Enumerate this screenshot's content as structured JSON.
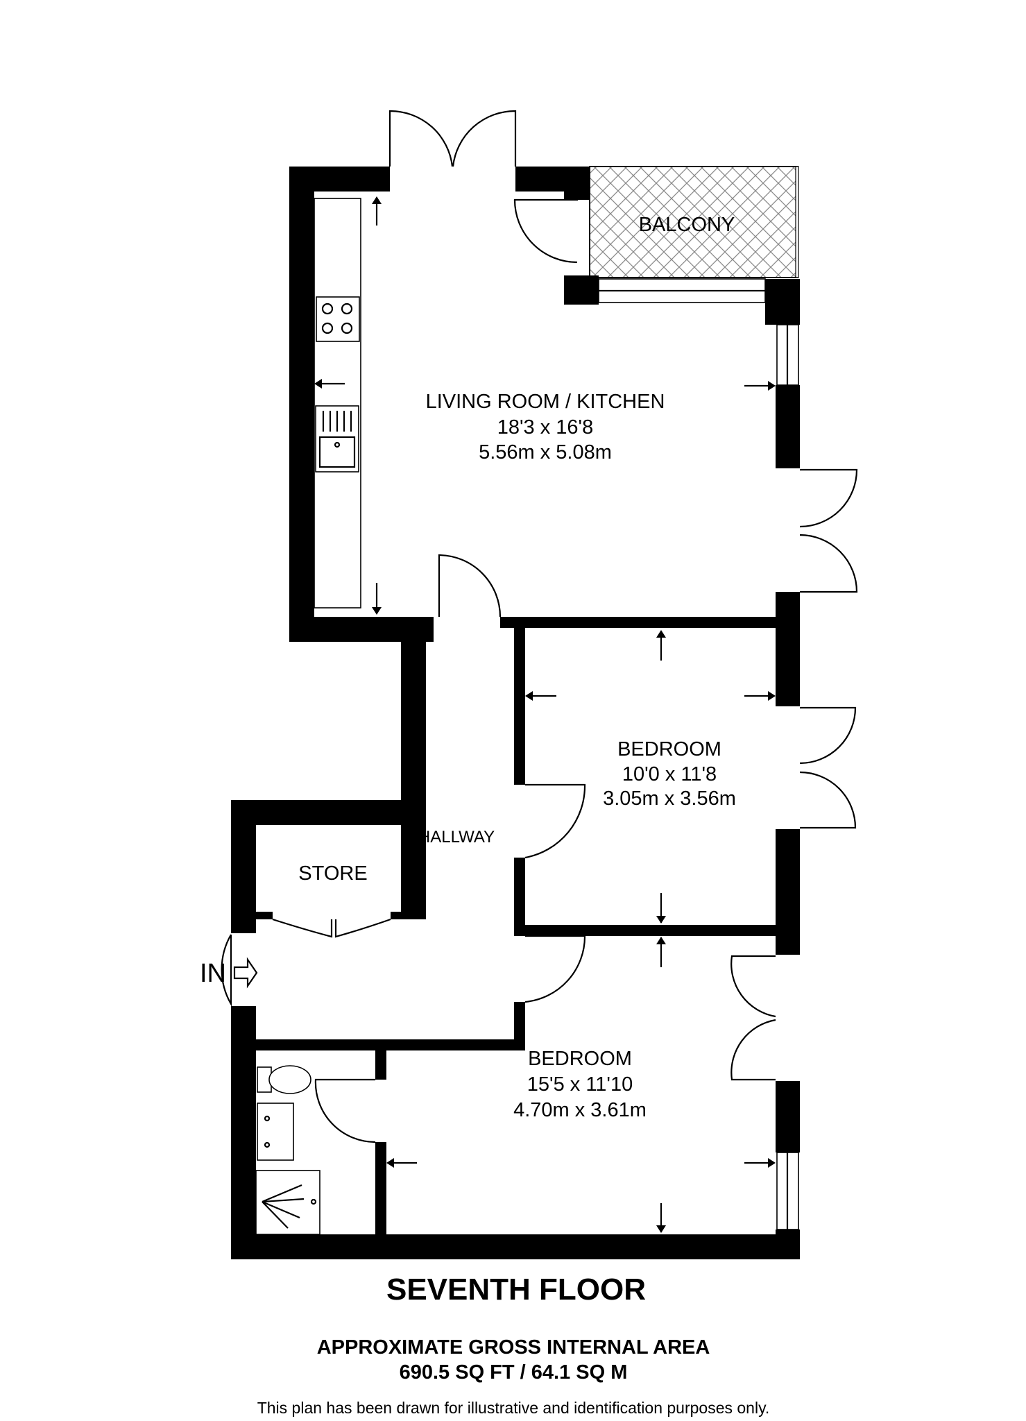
{
  "rooms": {
    "living": {
      "name": "LIVING ROOM / KITCHEN",
      "imperial": "18'3 x 16'8",
      "metric": "5.56m x 5.08m"
    },
    "balcony": {
      "name": "BALCONY"
    },
    "bedroom_1": {
      "name": "BEDROOM",
      "imperial": "10'0 x 11'8",
      "metric": "3.05m x 3.56m"
    },
    "bedroom_2": {
      "name": "BEDROOM",
      "imperial": "15'5 x 11'10",
      "metric": "4.70m x 3.61m"
    },
    "hallway": {
      "name": "HALLWAY"
    },
    "store": {
      "name": "STORE"
    }
  },
  "entrance": {
    "label": "IN"
  },
  "floor_title": "SEVENTH FLOOR",
  "area": {
    "heading": "APPROXIMATE GROSS INTERNAL AREA",
    "value": "690.5 SQ FT / 64.1 SQ M"
  },
  "disclaimer": "This plan has been drawn for illustrative and identification purposes only.",
  "colors": {
    "wall": "#000000",
    "background": "#ffffff",
    "balcony_hatch": "#8a8a8a"
  }
}
